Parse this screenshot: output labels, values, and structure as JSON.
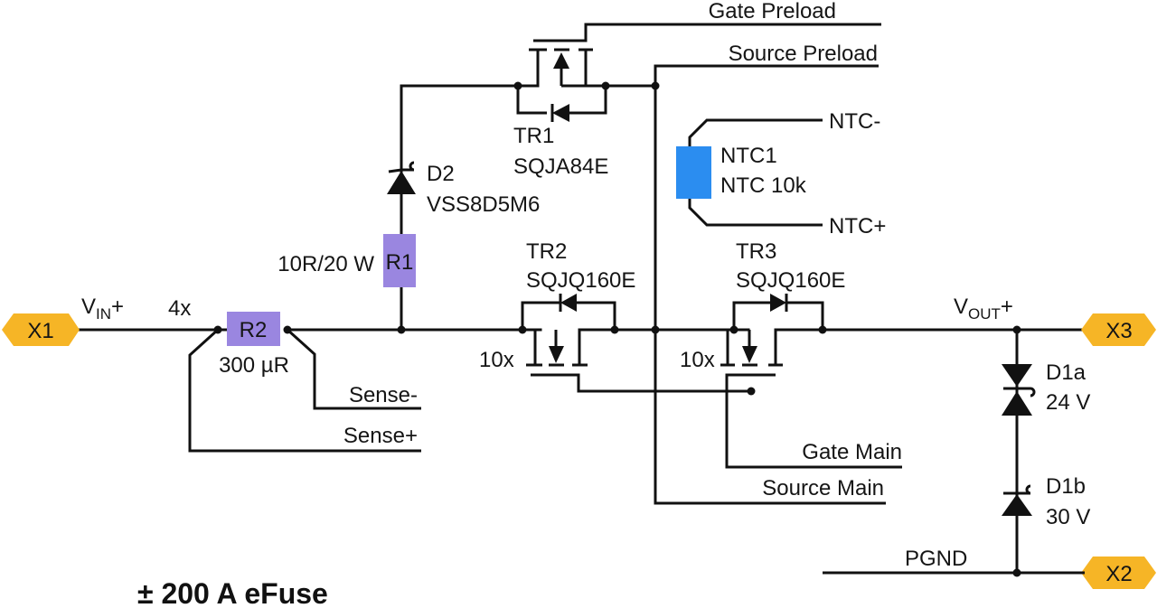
{
  "title": "± 200 A eFuse",
  "colors": {
    "connector": "#F6B526",
    "resistor": "#9A86E0",
    "ntc": "#2B8DF0",
    "wire": "#111111"
  },
  "connectors": {
    "x1": "X1",
    "x2": "X2",
    "x3": "X3"
  },
  "nets": {
    "vin": {
      "main": "V",
      "sub": "IN",
      "suffix": "+"
    },
    "vout": {
      "main": "V",
      "sub": "OUT",
      "suffix": "+"
    },
    "pgnd": "PGND",
    "gate_preload": "Gate Preload",
    "source_preload": "Source Preload",
    "ntc_minus": "NTC-",
    "ntc_plus": "NTC+",
    "sense_minus": "Sense-",
    "sense_plus": "Sense+",
    "gate_main": "Gate Main",
    "source_main": "Source Main"
  },
  "components": {
    "r2": {
      "ref": "R2",
      "value": "300 µR",
      "multiplier": "4x"
    },
    "r1": {
      "ref": "R1",
      "value": "10R/20 W"
    },
    "d2": {
      "ref": "D2",
      "value": "VSS8D5M6"
    },
    "tr1": {
      "ref": "TR1",
      "value": "SQJA84E"
    },
    "tr2": {
      "ref": "TR2",
      "value": "SQJQ160E",
      "multiplier": "10x"
    },
    "tr3": {
      "ref": "TR3",
      "value": "SQJQ160E",
      "multiplier": "10x"
    },
    "ntc1": {
      "ref": "NTC1",
      "value": "NTC 10k"
    },
    "d1a": {
      "ref": "D1a",
      "value": "24 V"
    },
    "d1b": {
      "ref": "D1b",
      "value": "30 V"
    }
  }
}
